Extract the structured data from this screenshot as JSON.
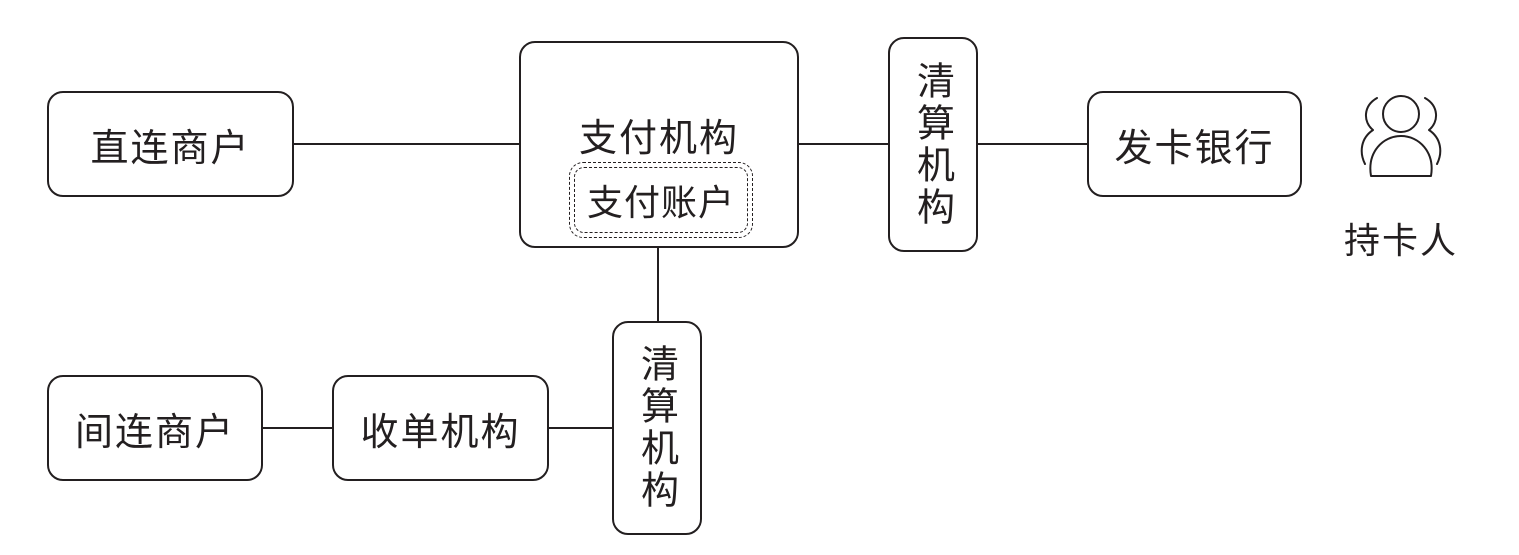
{
  "nodes": {
    "direct_merchant": "直连商户",
    "payment_institution": "支付机构",
    "payment_account": "支付账户",
    "clearing_top": "清算机构",
    "issuing_bank": "发卡银行",
    "cardholder": "持卡人",
    "indirect_merchant": "间连商户",
    "acquirer": "收单机构",
    "clearing_bottom": "清算机构"
  },
  "icons": {
    "cardholder": "person-icon"
  },
  "colors": {
    "stroke": "#231f20",
    "background": "#ffffff"
  }
}
